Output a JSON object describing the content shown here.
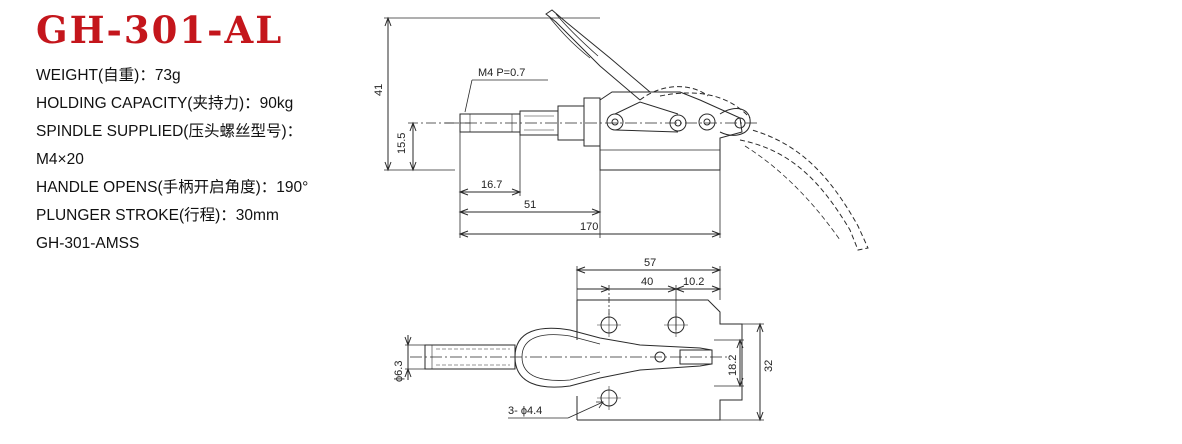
{
  "product": {
    "model": "GH-301-AL",
    "specs": [
      "WEIGHT(自重)：73g",
      "HOLDING CAPACITY(夹持力)：90kg",
      "SPINDLE SUPPLIED(压头螺丝型号)：",
      "M4×20",
      "HANDLE OPENS(手柄开启角度)：190°",
      "PLUNGER STROKE(行程)：30mm",
      "GH-301-AMSS"
    ],
    "accent_color": "#c4161c"
  },
  "drawing": {
    "side_view": {
      "thread": "M4 P=0.7",
      "dim_height_total": "41",
      "dim_height_axis": "15.5",
      "dim_plunger_tip": "16.7",
      "dim_plunger_len": "51",
      "dim_overall_len": "170"
    },
    "top_view": {
      "dim_base_width": "57",
      "dim_hole_pitch_x": "40",
      "dim_hole_offset": "10.2",
      "dim_plunger_dia": "ϕ6.3",
      "dim_hole_pitch_y": "18.2",
      "dim_base_depth": "32",
      "holes_callout": "3- ϕ4.4"
    }
  }
}
